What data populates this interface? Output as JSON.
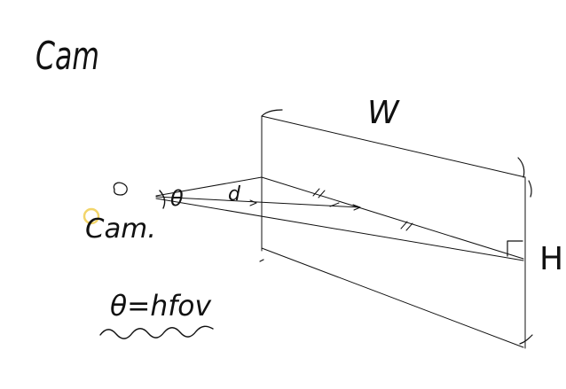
{
  "title": "Cam",
  "labels": {
    "camera": "Cam.",
    "angle": "θ",
    "distance": "d",
    "width": "W",
    "height": "H",
    "formula": "θ=hfov"
  },
  "colors": {
    "ink": "#111111",
    "highlight": "#f2d56a",
    "background": "#ffffff"
  }
}
